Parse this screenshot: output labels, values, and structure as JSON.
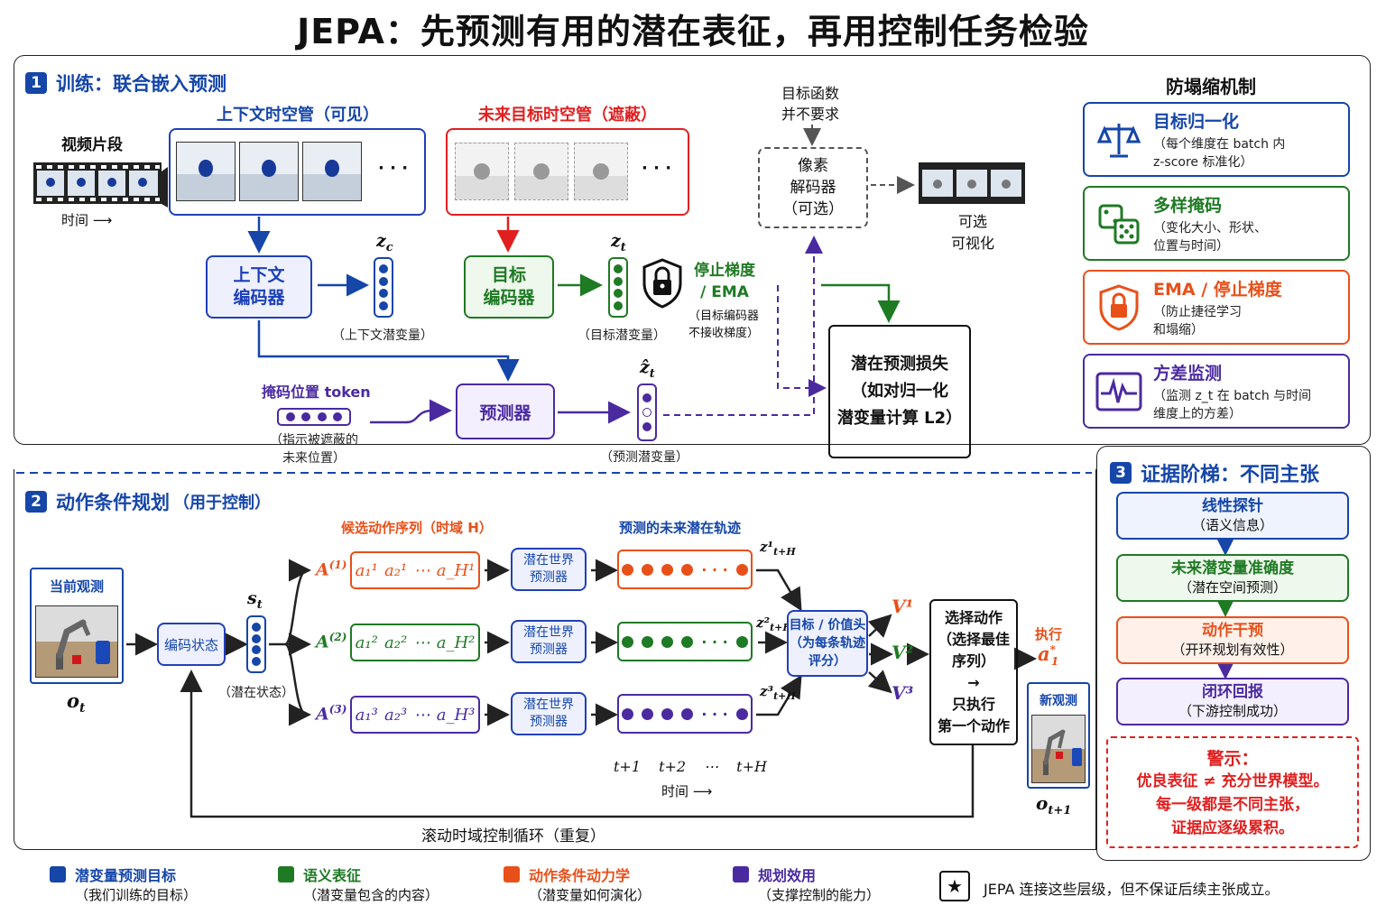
{
  "title": "JEPA：先预测有用的潜在表征，再用控制任务检验",
  "section1": {
    "num": "1",
    "heading": "训练：联合嵌入预测",
    "video_label": "视频片段",
    "time_label": "时间 ⟶",
    "context_pipe_label": "上下文时空管（可见）",
    "target_pipe_label": "未来目标时空管（遮蔽）",
    "ellipsis": "· · ·",
    "context_encoder": "上下文\n编码器",
    "target_encoder": "目标\n编码器",
    "zc": "z",
    "zc_sub": "c",
    "zt": "z",
    "zt_sub": "t",
    "zt_hat": "ẑ",
    "zt_hat_sub": "t",
    "context_latent_caption": "（上下文潜变量）",
    "target_latent_caption": "（目标潜变量）",
    "stopgrad_title": "停止梯度\n/ EMA",
    "stopgrad_desc": "（目标编码器\n不接收梯度）",
    "mask_token_label": "掩码位置 token",
    "mask_token_desc": "（指示被遮蔽的\n未来位置）",
    "predictor": "预测器",
    "predicted_latent_caption": "（预测潜变量）",
    "objective_note": "目标函数\n并不要求",
    "pixel_decoder": "像素\n解码器\n（可选）",
    "optional_vis": "可选\n可视化",
    "loss_box": "潜在预测损失\n（如对归一化\n潜变量计算 L2）"
  },
  "anti_collapse": {
    "heading": "防塌缩机制",
    "cards": [
      {
        "title": "目标归一化",
        "desc": "（每个维度在 batch 内\nz-score 标准化）",
        "color": "#1546a8",
        "icon": "scale-icon"
      },
      {
        "title": "多样掩码",
        "desc": "（变化大小、形状、\n位置与时间）",
        "color": "#1f7a24",
        "icon": "dice-icon"
      },
      {
        "title": "EMA / 停止梯度",
        "desc": "（防止捷径学习\n和塌缩）",
        "color": "#e8501a",
        "icon": "lock-icon"
      },
      {
        "title": "方差监测",
        "desc": "（监测 z_t 在 batch 与时间\n维度上的方差）",
        "color": "#4b2aa0",
        "icon": "waveform-icon"
      }
    ]
  },
  "section2": {
    "num": "2",
    "heading": "动作条件规划",
    "heading_suffix": "（用于控制）",
    "current_obs": "当前观测",
    "o_t": "o",
    "o_t_sub": "t",
    "encode_state": "编码状态",
    "s_t": "s",
    "s_t_sub": "t",
    "latent_state_caption": "（潜在状态）",
    "candidates_label": "候选动作序列（时域 H）",
    "predicted_traj_label": "预测的未来潜在轨迹",
    "world_model": "潜在世界\n预测器",
    "candidates": [
      {
        "A": "A",
        "sup": "(1)",
        "seq": [
          "a₁¹",
          "a₂¹",
          "⋯",
          "a_H¹"
        ],
        "color": "#e8501a",
        "z": "z¹",
        "zsub": "t+H",
        "V": "V¹"
      },
      {
        "A": "A",
        "sup": "(2)",
        "seq": [
          "a₁²",
          "a₂²",
          "⋯",
          "a_H²"
        ],
        "color": "#1f7a24",
        "z": "z²",
        "zsub": "t+H",
        "V": "V²"
      },
      {
        "A": "A",
        "sup": "(3)",
        "seq": [
          "a₁³",
          "a₂³",
          "⋯",
          "a_H³"
        ],
        "color": "#4b2aa0",
        "z": "z³",
        "zsub": "t+H",
        "V": "V³"
      }
    ],
    "traj_ellipsis": "· · · ·",
    "time_ticks": [
      "t+1",
      "t+2",
      "⋯",
      "t+H"
    ],
    "time_axis": "时间 ⟶",
    "value_head": "目标 / 价值头\n（为每条轨迹\n评分）",
    "select_action": "选择动作\n（选择最佳\n序列）\n→\n只执行\n第一个动作",
    "execute": "执行",
    "a_star": "a",
    "a_star_sup": "*",
    "a_star_sub": "1",
    "new_obs": "新观测",
    "o_next": "o",
    "o_next_sub": "t+1",
    "loop_label": "滚动时域控制循环（重复）"
  },
  "section3": {
    "num": "3",
    "heading": "证据阶梯：不同主张",
    "rungs": [
      {
        "title": "线性探针",
        "desc": "（语义信息）",
        "border": "#1546a8",
        "fill": "#eef3fd",
        "text": "#1546a8"
      },
      {
        "title": "未来潜变量准确度",
        "desc": "（潜在空间预测）",
        "border": "#1f7a24",
        "fill": "#eef8ec",
        "text": "#1f7a24"
      },
      {
        "title": "动作干预",
        "desc": "（开环规划有效性）",
        "border": "#e8501a",
        "fill": "#fff1ea",
        "text": "#e8501a"
      },
      {
        "title": "闭环回报",
        "desc": "（下游控制成功）",
        "border": "#4b2aa0",
        "fill": "#f3efff",
        "text": "#4b2aa0"
      }
    ],
    "warning_title": "警示：",
    "warning_body": "优良表征 ≠ 充分世界模型。\n每一级都是不同主张，\n证据应逐级累积。"
  },
  "legend": [
    {
      "title": "潜变量预测目标",
      "desc": "（我们训练的目标）",
      "color": "#1546a8"
    },
    {
      "title": "语义表征",
      "desc": "（潜变量包含的内容）",
      "color": "#1f7a24"
    },
    {
      "title": "动作条件动力学",
      "desc": "（潜变量如何演化）",
      "color": "#e8501a"
    },
    {
      "title": "规划效用",
      "desc": "（支撑控制的能力）",
      "color": "#4b2aa0"
    }
  ],
  "footnote": "JEPA 连接这些层级，但不保证后续主张成立。",
  "colors": {
    "blue": "#1546a8",
    "green": "#1f7a24",
    "orange": "#e8501a",
    "purple": "#4b2aa0",
    "red": "#e02020"
  }
}
